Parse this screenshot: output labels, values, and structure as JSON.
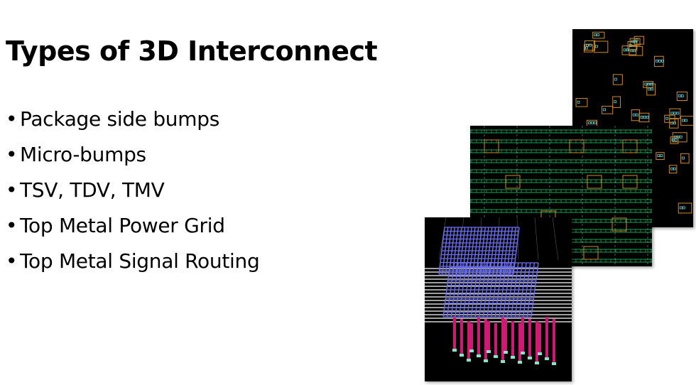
{
  "slide": {
    "title": "Types of 3D Interconnect",
    "bullet_glyph": "•",
    "bullets": [
      "Package side bumps",
      "Micro-bumps",
      "TSV, TDV, TMV",
      "Top Metal Power Grid",
      "Top Metal Signal Routing"
    ]
  },
  "images": {
    "layout_micro_bumps": {
      "accent": "#d08a2a",
      "pad": "#5fd4d8"
    },
    "layout_power_grid": {
      "accent": "#1bd06a",
      "cell": "#d08a2a"
    },
    "render_3d_tsv": {
      "grid": "#6b6ff0",
      "pillar": "#d01874",
      "cap": "#7fe8c8"
    }
  }
}
